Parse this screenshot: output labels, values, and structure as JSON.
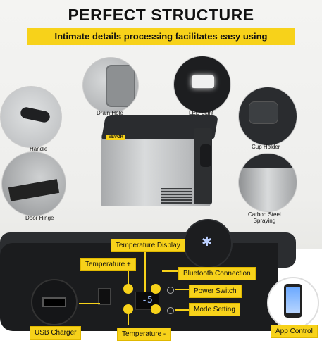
{
  "header": {
    "title": "PERFECT STRUCTURE",
    "subtitle": "Intimate details processing facilitates easy using"
  },
  "features": {
    "drain_hole": "Drain Hole",
    "led_light": "LED Light",
    "handle": "Handle",
    "cup_holder": "Cup Holder",
    "door_hinge": "Door Hinge",
    "carbon_steel": "Carbon Steel\nSpraying"
  },
  "brand": "VEVOR",
  "panel": {
    "temperature_display": "Temperature Display",
    "temperature_plus": "Temperature +",
    "bluetooth": "Bluetooth Connection",
    "power_switch": "Power Switch",
    "mode_setting": "Mode Setting",
    "usb_charger": "USB Charger",
    "temperature_minus": "Temperature -",
    "app_control": "App Control",
    "display_value": "-5"
  },
  "colors": {
    "accent": "#f7d21a",
    "dark": "#1b1c1e"
  }
}
